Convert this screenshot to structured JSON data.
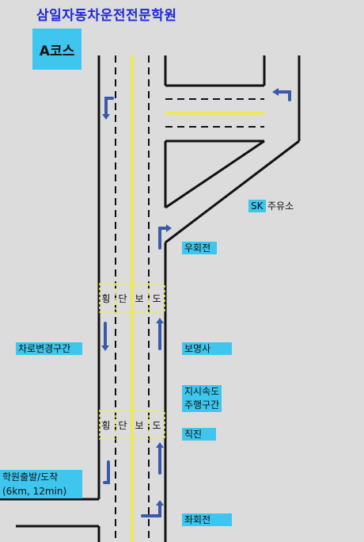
{
  "title": "삼일자동차운전전문학원",
  "course_label": "A코스",
  "labels": {
    "sk": "SK",
    "gas_station": "주유소",
    "right_turn": "우회전",
    "lane_change": "차로변경구간",
    "walk_road": "보명사",
    "speed_line1": "지시속도",
    "speed_line2": "주행구간",
    "straight": "직진",
    "start_line1": "학원출발/도착",
    "start_line2": "(6km, 12min)",
    "left_turn": "좌회전"
  },
  "crosswalk_chars": [
    "횡",
    "단",
    "보",
    "도"
  ],
  "colors": {
    "title": "#1f28d8",
    "label_bg": "#3ec6ee",
    "center_line": "#f2ef2a",
    "arrow": "#3a5aa8",
    "road_line": "#111111"
  }
}
